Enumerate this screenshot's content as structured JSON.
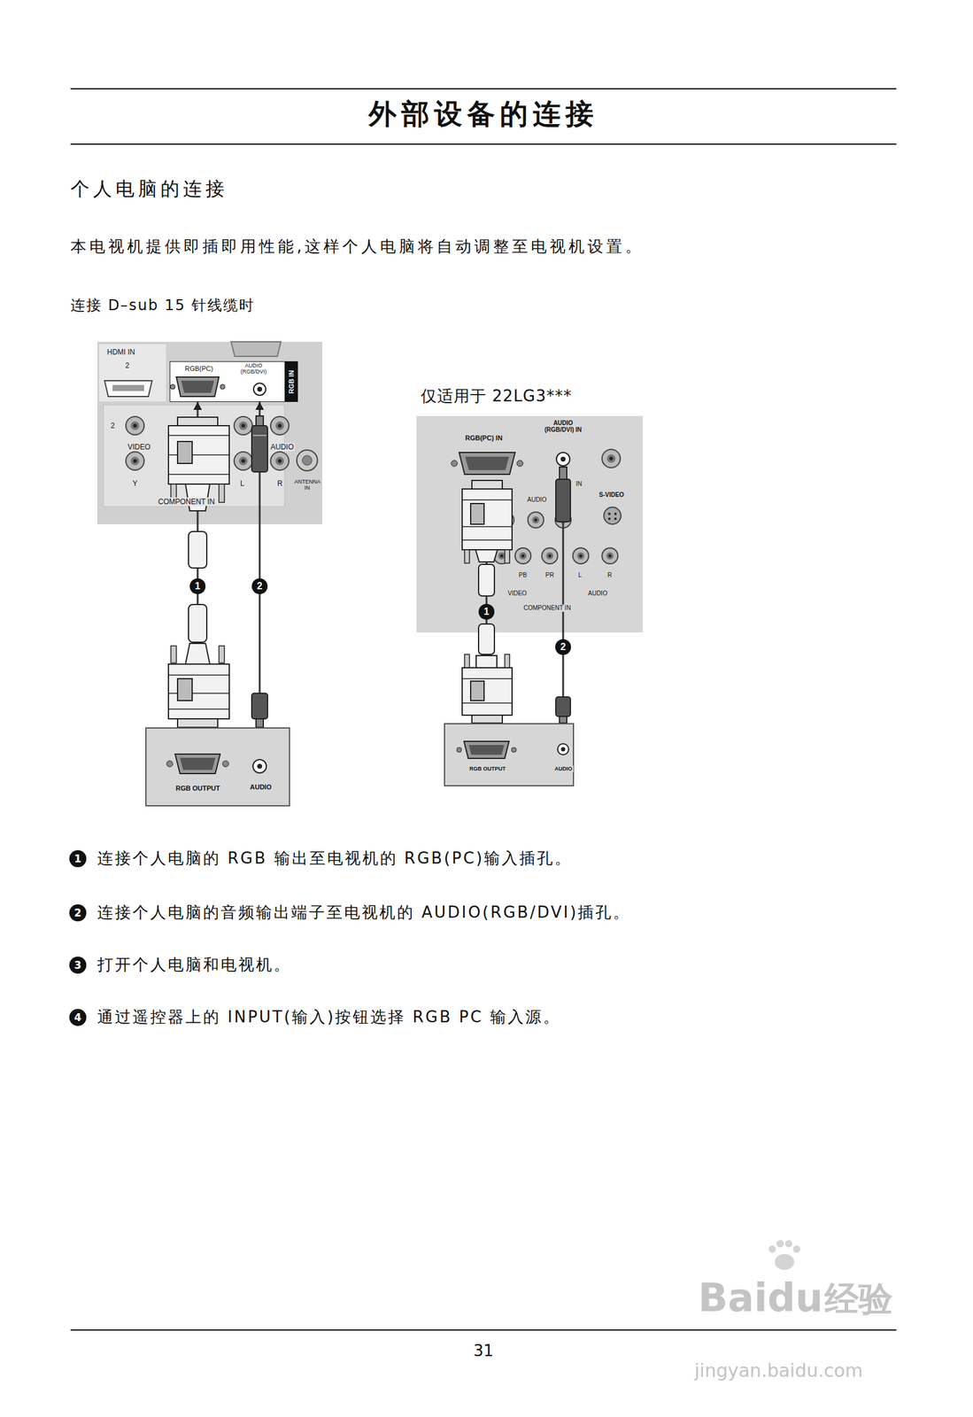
{
  "diagram": {
    "title": "外部设备的连接",
    "nodes": [
      {
        "text": [
          "HDMI IN",
          "2",
          "2",
          "VIDEO",
          "AUDIO",
          "Y",
          "L",
          "R",
          "COMPONENT IN",
          "ANTENNA IN"
        ]
      },
      {
        "text": [
          "RGB(PC)",
          "AUDIO (RGB/DVI)",
          "RGB IN"
        ],
        "in": 0
      },
      {
        "text": [
          "RGB OUTPUT",
          "AUDIO"
        ]
      },
      {
        "text": [
          "RGB(PC) IN",
          "AUDIO (RGB/DVI) IN",
          "IN",
          "S-VIDEO",
          "AUDIO",
          "PB",
          "PR",
          "L",
          "R",
          "VIDEO",
          "AUDIO",
          "COMPONENT IN"
        ]
      },
      {
        "text": [
          "RGB OUTPUT",
          "AUDIO"
        ]
      }
    ],
    "edges": [
      {
        "from": 2,
        "to": 1,
        "arrow": "to",
        "label": "1"
      },
      {
        "from": 2,
        "to": 1,
        "arrow": "to",
        "label": "2"
      },
      {
        "from": 4,
        "to": 3,
        "arrow": "none",
        "label": "1"
      },
      {
        "from": 4,
        "to": 3,
        "arrow": "none",
        "label": "2"
      }
    ],
    "labels": [
      "个人电脑的连接",
      "本电视机提供即插即用性能,这样个人电脑将自动调整至电视机设置。",
      "连接 D–sub 15 针线缆时",
      "仅适用于 22LG3***",
      "1",
      "连接个人电脑的 RGB 输出至电视机的 RGB(PC)输入插孔。",
      "2",
      "连接个人电脑的音频输出端子至电视机的 AUDIO(RGB/DVI)插孔。",
      "3",
      "打开个人电脑和电视机。",
      "4",
      "通过遥控器上的 INPUT(输入)按钮选择 RGB PC 输入源。",
      "31",
      "Baidu",
      "经验",
      "jingyan.baidu.com"
    ]
  }
}
